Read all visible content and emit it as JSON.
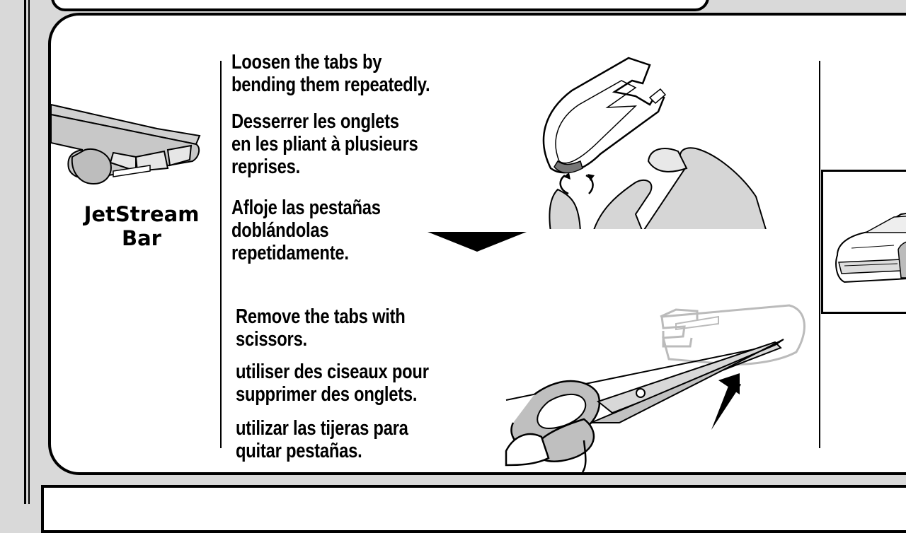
{
  "product": {
    "name_line1": "JetStream",
    "name_line2": "Bar"
  },
  "step_tabs": {
    "english": [
      "Loosen the tabs by",
      "bending them repeatedly."
    ],
    "french": [
      "Desserrer les onglets",
      "en les pliant à plusieurs",
      "reprises."
    ],
    "spanish": [
      "Afloje las pestañas",
      "doblándolas",
      "repetidamente."
    ]
  },
  "step_scissors": {
    "english": [
      "Remove the tabs with",
      "scissors."
    ],
    "french": [
      "utiliser des ciseaux pour",
      "supprimer des onglets."
    ],
    "spanish": [
      "utilizar las tijeras para",
      "quitar pestañas."
    ]
  },
  "illustrations": {
    "bar_profile": "jetstream-bar-profile-icon",
    "bending_hand": "hand-bending-tab-icon",
    "down_arrow": "down-triangle-arrow-icon",
    "scissors": "scissors-cutting-tab-icon",
    "up_arrow": "up-arrow-icon",
    "car": "car-front-icon"
  },
  "colors": {
    "page_background": "#d9d9d9",
    "panel": "#ffffff",
    "ink": "#000000",
    "part_gray": "#c8c8c8"
  }
}
